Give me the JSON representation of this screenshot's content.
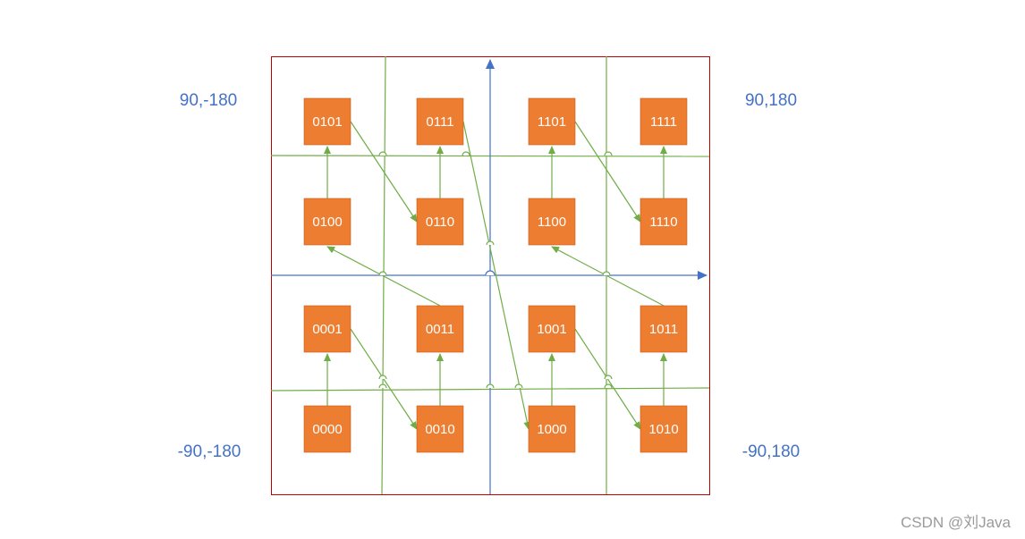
{
  "corners": {
    "top_left": "90,-180",
    "top_right": "90,180",
    "bottom_left": "-90,-180",
    "bottom_right": "-90,180"
  },
  "cells": [
    [
      "0101",
      "0111",
      "1101",
      "1111"
    ],
    [
      "0100",
      "0110",
      "1100",
      "1110"
    ],
    [
      "0001",
      "0011",
      "1001",
      "1011"
    ],
    [
      "0000",
      "0010",
      "1000",
      "1010"
    ]
  ],
  "z_order": [
    "0000",
    "0001",
    "0010",
    "0011",
    "0100",
    "0101",
    "0110",
    "0111",
    "1000",
    "1001",
    "1010",
    "1011",
    "1100",
    "1101",
    "1110",
    "1111"
  ],
  "watermark": "CSDN @刘Java",
  "colors": {
    "frame": "#c00000",
    "axis": "#4472c4",
    "grid_and_arrows": "#70ad47",
    "box_fill": "#ed7d31",
    "corner_text": "#4472c4"
  }
}
